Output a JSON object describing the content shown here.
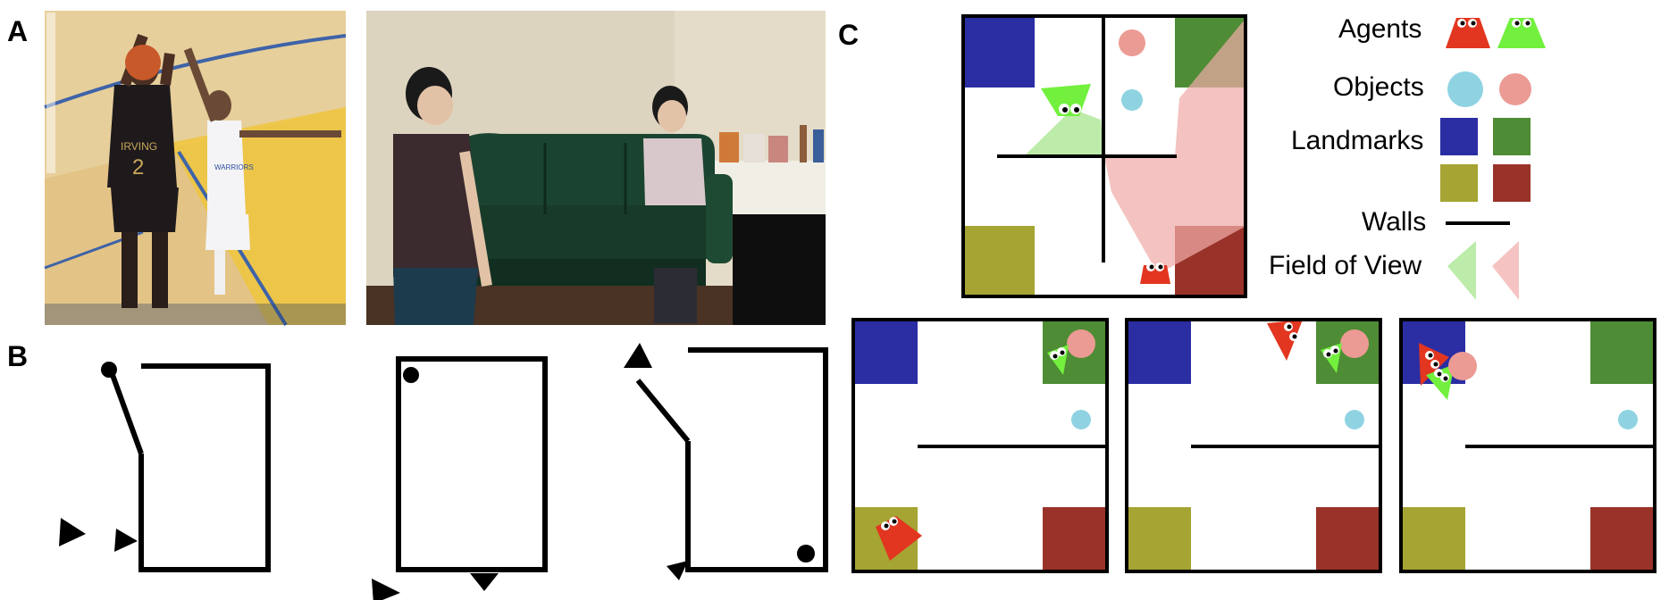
{
  "panels": {
    "a": {
      "letter": "A"
    },
    "b": {
      "letter": "B"
    },
    "c": {
      "letter": "C"
    }
  },
  "legend": {
    "agents_label": "Agents",
    "objects_label": "Objects",
    "landmarks_label": "Landmarks",
    "walls_label": "Walls",
    "fov_label": "Field of View"
  },
  "photo_a1": {
    "jersey_name": "IRVING",
    "jersey_number": "2",
    "opponent_jersey": "WARRIORS"
  },
  "colors": {
    "landmark_blue": "#2b2ea3",
    "landmark_green": "#4e8c35",
    "landmark_olive": "#a6a433",
    "landmark_red": "#993329",
    "agent_red": "#e23620",
    "agent_green": "#72f03d",
    "object_cyan": "#8fd3e3",
    "object_pink": "#ec9a94",
    "fov_green": "#bdecaa",
    "fov_pink": "#f5c4c2",
    "court_wood": "#e9d29f",
    "couch_green": "#193f2b"
  },
  "icons": [
    "agent-triangle-icon",
    "object-circle-icon",
    "landmark-square-icon"
  ]
}
